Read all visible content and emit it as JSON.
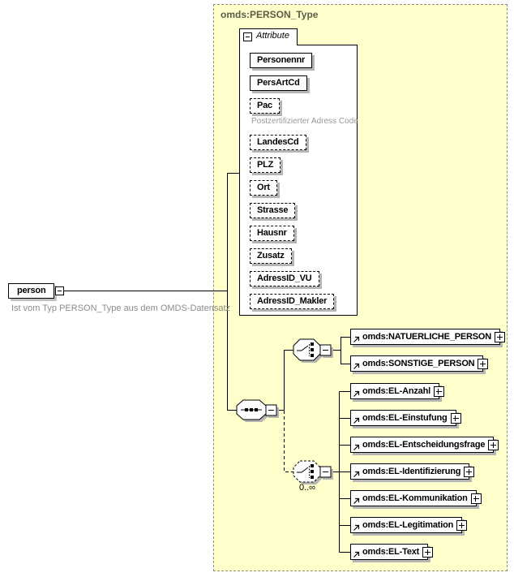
{
  "type_box": {
    "title": "omds:PERSON_Type"
  },
  "root_element": {
    "label": "person",
    "note": "Ist vom Typ PERSON_Type aus dem OMDS-Datensatz"
  },
  "attributes_panel": {
    "title": "Attribute",
    "items": [
      {
        "name": "Personennr",
        "optional": false
      },
      {
        "name": "PersArtCd",
        "optional": false
      },
      {
        "name": "Pac",
        "optional": true,
        "note": "Postzertifizierter Adress Code"
      },
      {
        "name": "LandesCd",
        "optional": true
      },
      {
        "name": "PLZ",
        "optional": true
      },
      {
        "name": "Ort",
        "optional": true
      },
      {
        "name": "Strasse",
        "optional": true
      },
      {
        "name": "Hausnr",
        "optional": true
      },
      {
        "name": "Zusatz",
        "optional": true
      },
      {
        "name": "AdressID_VU",
        "optional": true
      },
      {
        "name": "AdressID_Makler",
        "optional": true
      }
    ]
  },
  "content_model": {
    "compositor": "sequence",
    "person_choice": {
      "compositor": "choice",
      "elements": [
        {
          "name": "omds:NATUERLICHE_PERSON"
        },
        {
          "name": "omds:SONSTIGE_PERSON"
        }
      ]
    },
    "el_choice": {
      "compositor": "choice",
      "occurrence": "0..∞",
      "elements": [
        {
          "name": "omds:EL-Anzahl"
        },
        {
          "name": "omds:EL-Einstufung"
        },
        {
          "name": "omds:EL-Entscheidungsfrage"
        },
        {
          "name": "omds:EL-Identifizierung"
        },
        {
          "name": "omds:EL-Kommunikation"
        },
        {
          "name": "omds:EL-Legitimation"
        },
        {
          "name": "omds:EL-Text"
        }
      ]
    }
  },
  "colors": {
    "diagram_background": "#ffffcc",
    "node_shadow": "#b5b5b5",
    "type_title_text": "#5c5c49",
    "annotation_text": "#8c8c8c"
  }
}
